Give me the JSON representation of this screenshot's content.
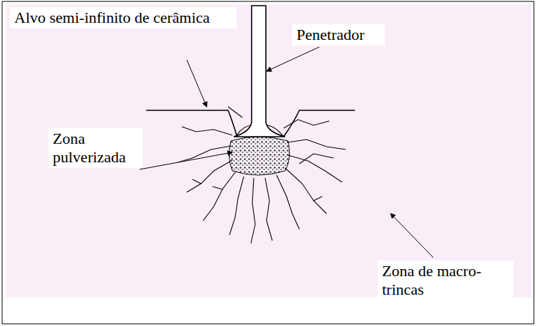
{
  "diagram": {
    "labels": [
      "Alvo semi-infinito de cerâmica",
      "Penetrador",
      "Zona pulverizada",
      "Zona de macro-trincas"
    ]
  }
}
